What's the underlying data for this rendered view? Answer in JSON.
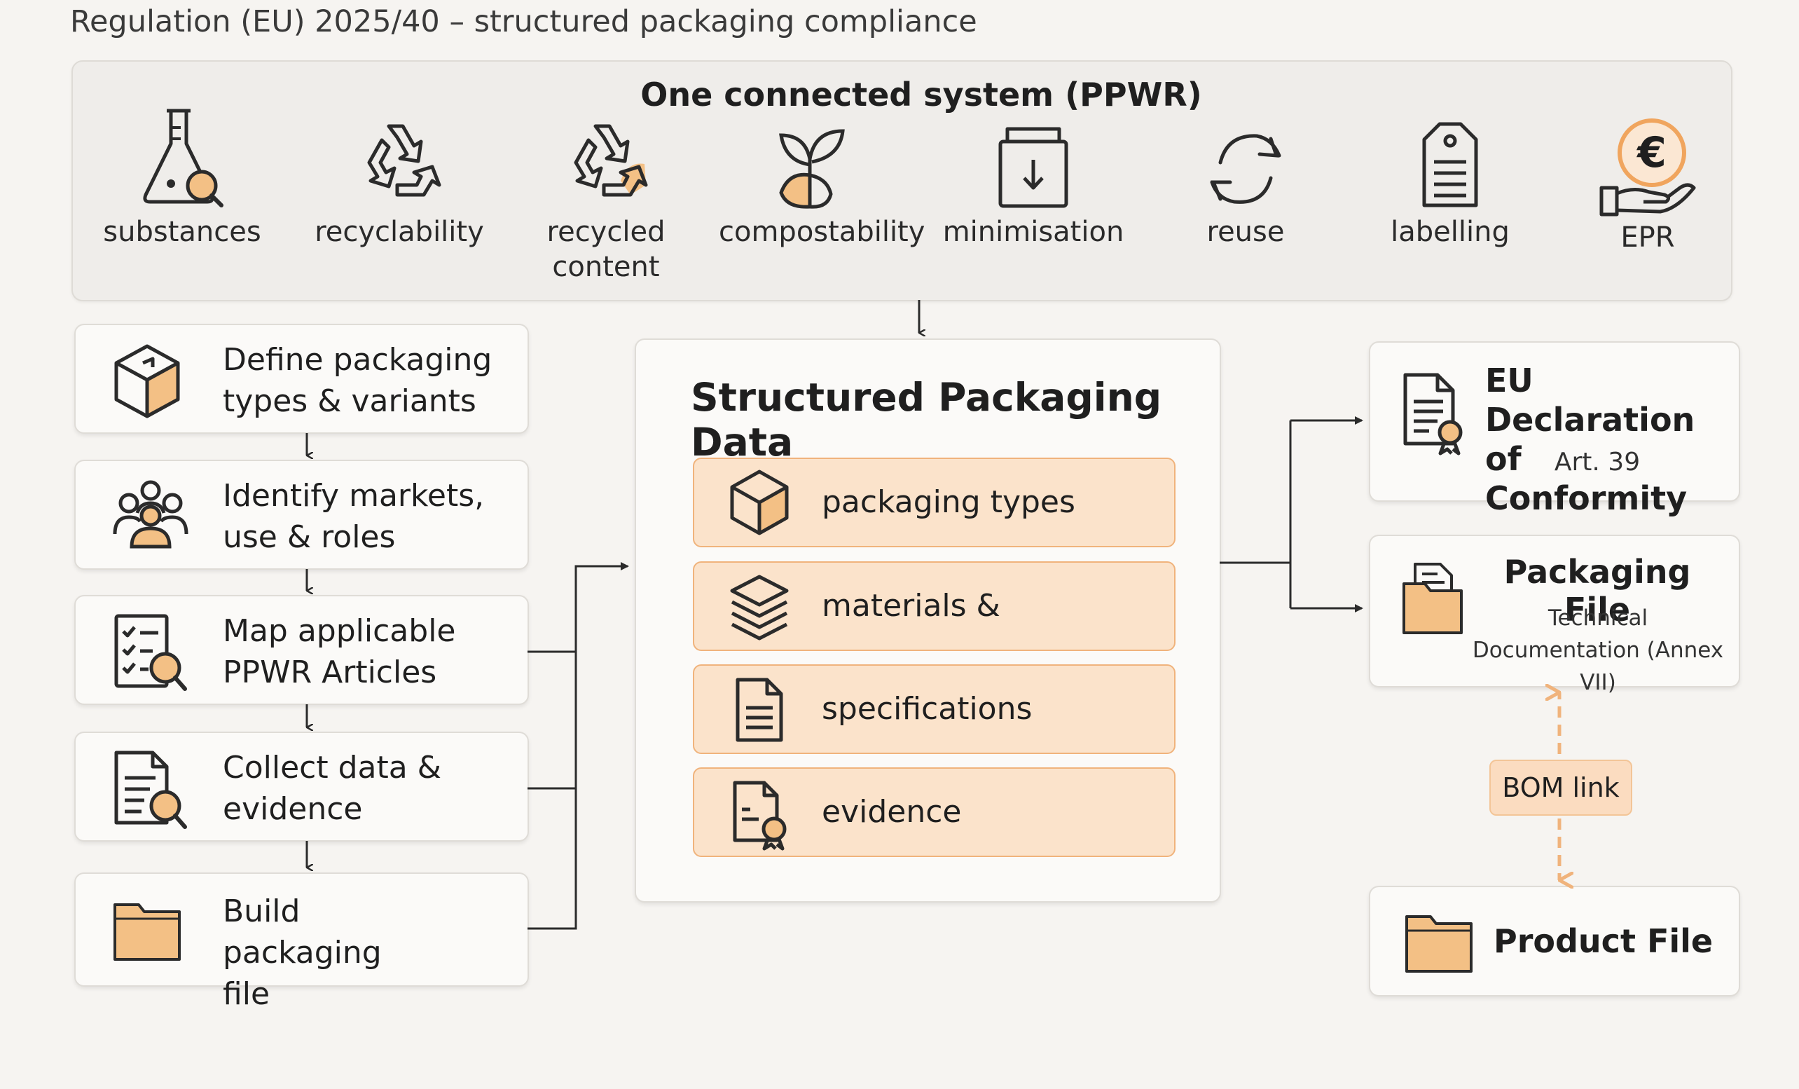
{
  "title": "Regulation (EU) 2025/40 – structured packaging compliance",
  "top_panel": {
    "title": "One connected system (PPWR)",
    "requirements": [
      {
        "label": "substances",
        "icon": "flask-search-icon"
      },
      {
        "label": "recyclability",
        "icon": "recycle-icon"
      },
      {
        "label": "recycled content",
        "icon": "recycled-content-icon"
      },
      {
        "label": "compostability",
        "icon": "sprout-icon"
      },
      {
        "label": "minimisation",
        "icon": "box-down-arrow-icon"
      },
      {
        "label": "reuse",
        "icon": "reuse-cycle-icon"
      },
      {
        "label": "labelling",
        "icon": "label-tag-icon"
      },
      {
        "label": "EPR",
        "icon": "euro-hand-icon"
      }
    ]
  },
  "steps": [
    {
      "label": "Define packaging types & variants",
      "icon": "box-icon"
    },
    {
      "label": "Identify markets, use & roles",
      "icon": "people-icon"
    },
    {
      "label": "Map applicable PPWR Articles",
      "icon": "checklist-search-icon"
    },
    {
      "label": "Collect data & evidence",
      "icon": "document-search-icon"
    },
    {
      "label": "Build packaging file",
      "icon": "folder-icon"
    }
  ],
  "center": {
    "title": "Structured Packaging Data",
    "rows": [
      {
        "label": "packaging types",
        "icon": "cube-icon"
      },
      {
        "label": "materials & components",
        "icon": "layers-icon"
      },
      {
        "label": "specifications",
        "icon": "document-icon"
      },
      {
        "label": "evidence",
        "icon": "certificate-doc-icon"
      }
    ]
  },
  "outputs": {
    "declaration": {
      "title": "EU Declaration of Conformity",
      "subtitle": "Art. 39"
    },
    "packaging_file": {
      "title": "Packaging File",
      "subtitle": "Technical Documentation (Annex VII)"
    },
    "bom_link": "BOM link",
    "product_file": {
      "title": "Product File"
    }
  },
  "colors": {
    "accent": "#f0b37c",
    "accent_fill": "#fbe3cb",
    "icon_orange": "#f3c085",
    "stroke": "#2b2b2b",
    "background": "#f6f4f1"
  }
}
